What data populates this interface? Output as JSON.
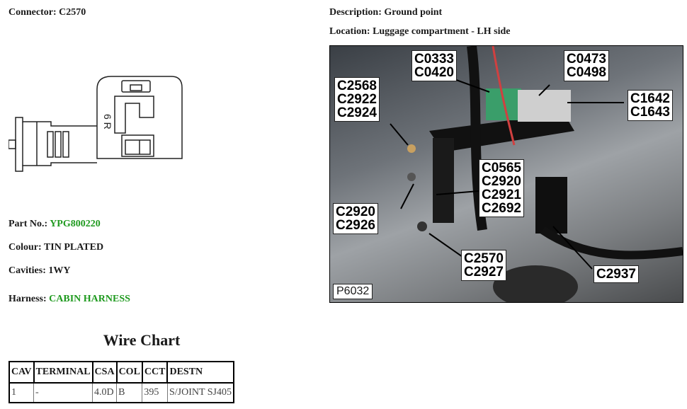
{
  "connector": {
    "label": "Connector:",
    "value": "C2570"
  },
  "connector_drawing": {
    "text": "6 R"
  },
  "part_no": {
    "label": "Part No.:",
    "value": "YPG800220"
  },
  "colour": {
    "label": "Colour:",
    "value": "TIN PLATED"
  },
  "cavities": {
    "label": "Cavities:",
    "value": "1WY"
  },
  "harness": {
    "label": "Harness:",
    "value": "CABIN HARNESS"
  },
  "wire_chart": {
    "title": "Wire Chart",
    "headers": [
      "CAV",
      "TERMINAL",
      "CSA",
      "COL",
      "CCT",
      "DESTN"
    ],
    "rows": [
      [
        "1",
        "-",
        "4.0D",
        "B",
        "395",
        "S/JOINT SJ405"
      ]
    ]
  },
  "description": {
    "label": "Description:",
    "value": "Ground point"
  },
  "location": {
    "label": "Location:",
    "value": "Luggage compartment - LH side"
  },
  "photo": {
    "code": "P6032",
    "callouts": [
      [
        "C0333",
        "C0420"
      ],
      [
        "C0473",
        "C0498"
      ],
      [
        "C2568",
        "C2922",
        "C2924"
      ],
      [
        "C1642",
        "C1643"
      ],
      [
        "C0565",
        "C2920",
        "C2921",
        "C2692"
      ],
      [
        "C2920",
        "C2926"
      ],
      [
        "C2570",
        "C2927"
      ],
      [
        "C2937"
      ]
    ]
  },
  "colors": {
    "green_text": "#1f9a1f"
  }
}
